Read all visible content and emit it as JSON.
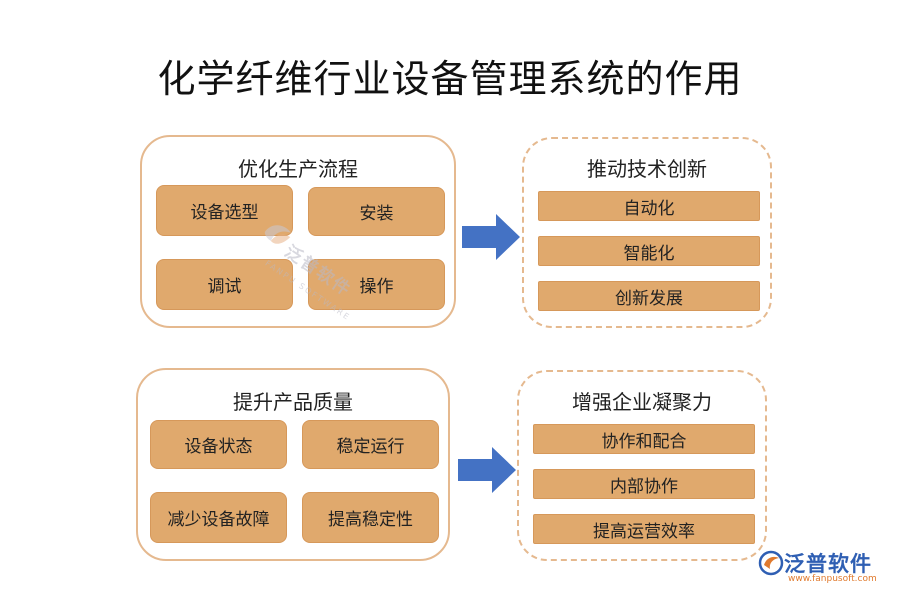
{
  "title": "化学纤维行业设备管理系统的作用",
  "colors": {
    "box_fill": "#e0a96d",
    "panel_border": "#e5b98f",
    "arrow": "#4472c4"
  },
  "panels": {
    "optimize": {
      "title": "优化生产流程",
      "items": [
        "设备选型",
        "安装",
        "调试",
        "操作"
      ]
    },
    "innovate": {
      "title": "推动技术创新",
      "items": [
        "自动化",
        "智能化",
        "创新发展"
      ]
    },
    "quality": {
      "title": "提升产品质量",
      "items": [
        "设备状态",
        "稳定运行",
        "减少设备故障",
        "提高稳定性"
      ]
    },
    "cohesion": {
      "title": "增强企业凝聚力",
      "items": [
        "协作和配合",
        "内部协作",
        "提高运营效率"
      ]
    }
  },
  "watermark": {
    "name": "泛普软件",
    "sub": "FANPU SOFTWARE"
  },
  "logo": {
    "name": "泛普软件",
    "url": "www.fanpusoft.com"
  }
}
